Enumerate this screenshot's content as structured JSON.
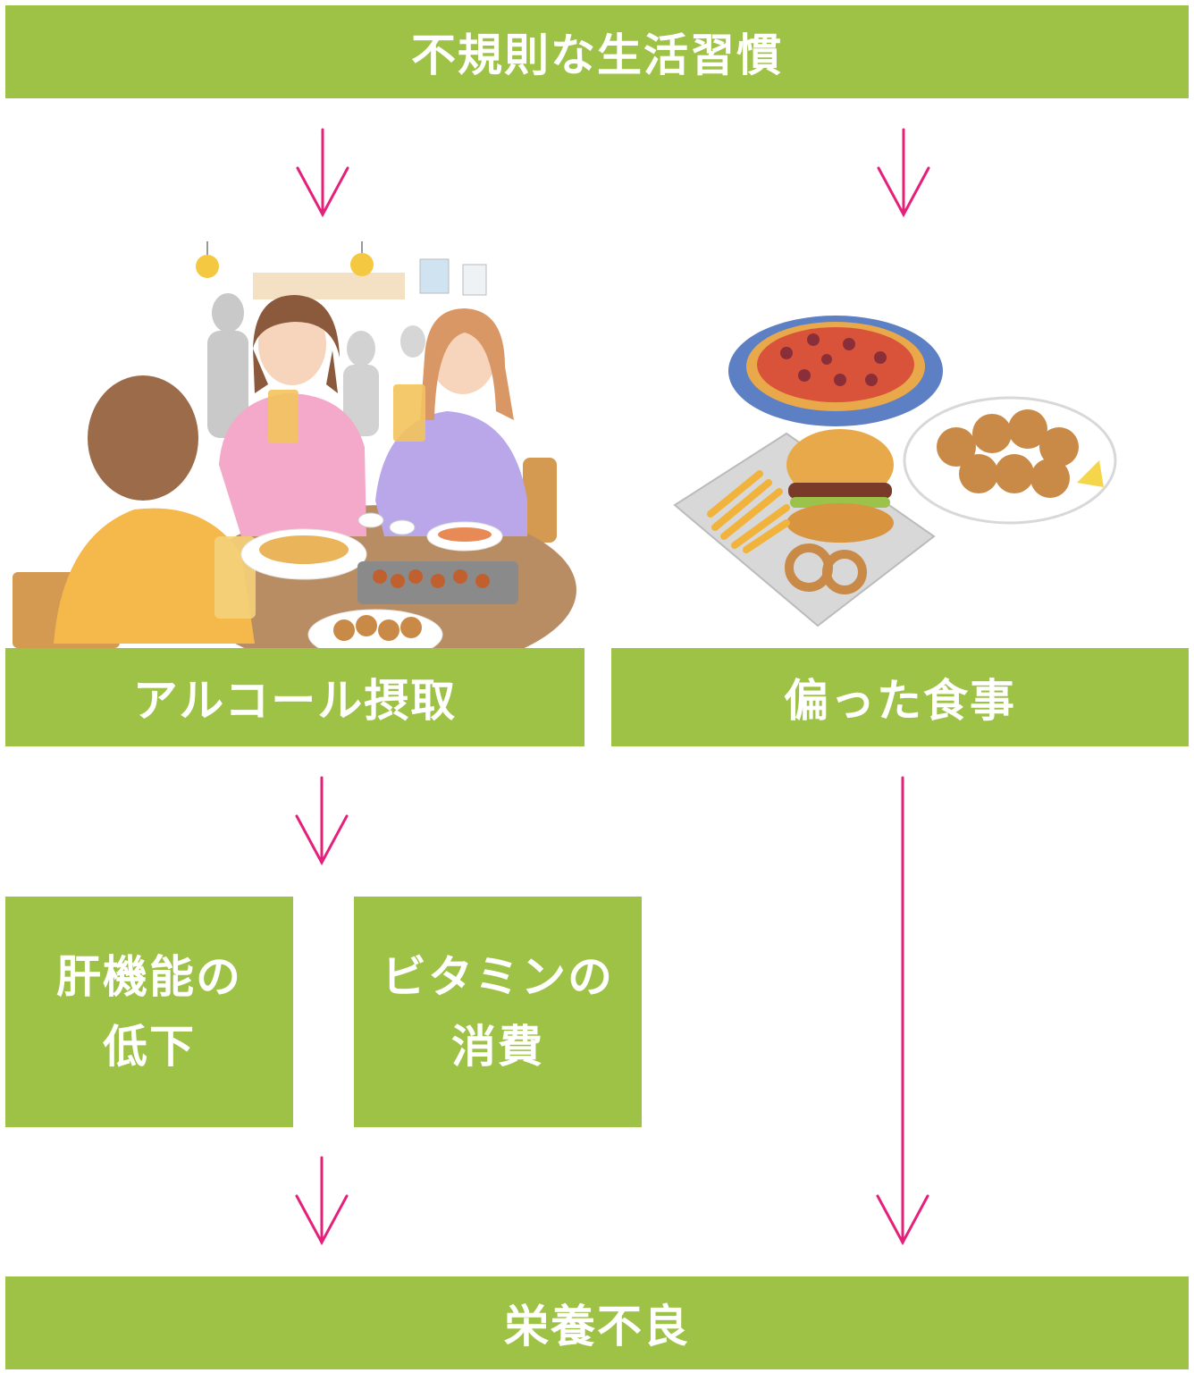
{
  "diagram": {
    "top": "不規則な生活習慣",
    "left_cause": "アルコール摂取",
    "right_cause": "偏った食事",
    "effect_1_line1": "肝機能の",
    "effect_1_line2": "低下",
    "effect_2_line1": "ビタミンの",
    "effect_2_line2": "消費",
    "result": "栄養不良"
  },
  "colors": {
    "box_fill": "#9dc245",
    "box_text": "#ffffff",
    "arrow": "#e5207a"
  },
  "illustrations": {
    "left": "people-drinking-at-izakaya",
    "right": "junk-food-pizza-burger-fries-fried-chicken"
  }
}
